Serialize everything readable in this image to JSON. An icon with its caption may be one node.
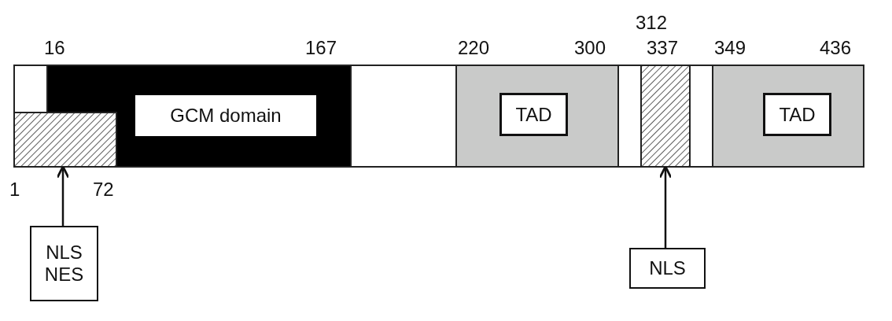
{
  "diagram": {
    "nodes": [
      {
        "text": [
          "GCM domain"
        ]
      },
      {
        "text": [
          "TAD"
        ]
      },
      {
        "text": [
          "TAD"
        ]
      },
      {
        "text": [],
        "shape": "box"
      },
      {
        "text": [],
        "shape": "box"
      },
      {
        "text": [
          "NLS NES"
        ]
      },
      {
        "text": [
          "NLS"
        ]
      }
    ],
    "edges": [
      {
        "from": 5,
        "to": 3,
        "arrow": "to"
      },
      {
        "from": 6,
        "to": 4,
        "arrow": "to"
      }
    ],
    "labels": [
      "312",
      "16",
      "167",
      "220",
      "300",
      "337",
      "349",
      "436",
      "1",
      "72"
    ]
  }
}
